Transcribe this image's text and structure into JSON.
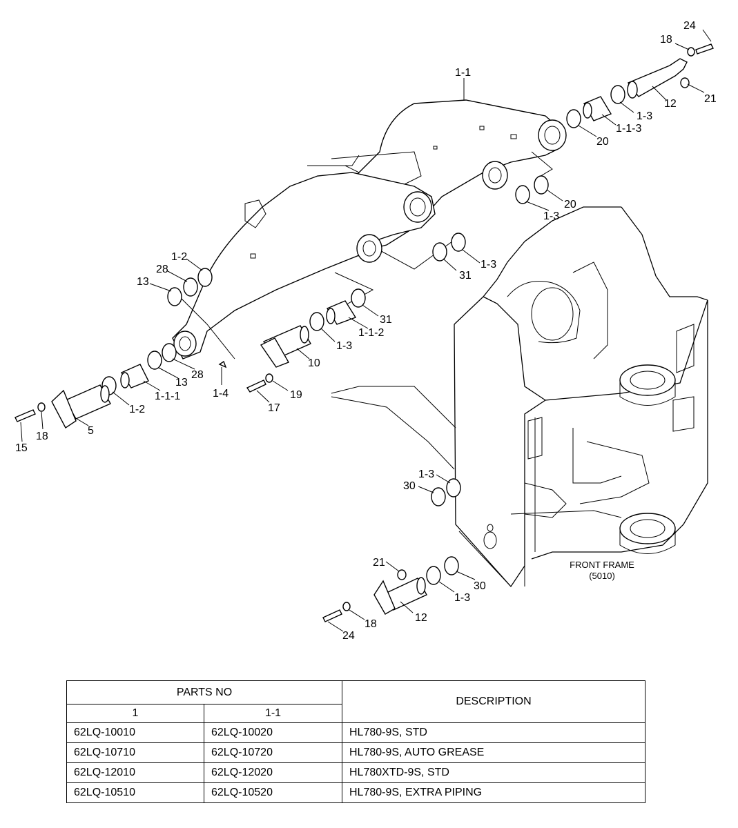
{
  "diagram": {
    "callouts": [
      {
        "id": "c24a",
        "text": "24"
      },
      {
        "id": "c18a",
        "text": "18"
      },
      {
        "id": "c21a",
        "text": "21"
      },
      {
        "id": "c12a",
        "text": "12"
      },
      {
        "id": "c13a",
        "text": "1-3"
      },
      {
        "id": "c113",
        "text": "1-1-3"
      },
      {
        "id": "c20a",
        "text": "20"
      },
      {
        "id": "c11",
        "text": "1-1"
      },
      {
        "id": "c20b",
        "text": "20"
      },
      {
        "id": "c13b",
        "text": "1-3"
      },
      {
        "id": "c13c",
        "text": "1-3"
      },
      {
        "id": "c31a",
        "text": "31"
      },
      {
        "id": "c12b",
        "text": "1-2"
      },
      {
        "id": "c28a",
        "text": "28"
      },
      {
        "id": "c13d",
        "text": "13"
      },
      {
        "id": "c31b",
        "text": "31"
      },
      {
        "id": "c112",
        "text": "1-1-2"
      },
      {
        "id": "c13e",
        "text": "1-3"
      },
      {
        "id": "c10",
        "text": "10"
      },
      {
        "id": "c28b",
        "text": "28"
      },
      {
        "id": "c13f",
        "text": "13"
      },
      {
        "id": "c111",
        "text": "1-1-1"
      },
      {
        "id": "c12c",
        "text": "1-2"
      },
      {
        "id": "c14",
        "text": "1-4"
      },
      {
        "id": "c19",
        "text": "19"
      },
      {
        "id": "c17",
        "text": "17"
      },
      {
        "id": "c5",
        "text": "5"
      },
      {
        "id": "c15",
        "text": "15"
      },
      {
        "id": "c18b",
        "text": "18"
      },
      {
        "id": "c13g",
        "text": "1-3"
      },
      {
        "id": "c30a",
        "text": "30"
      },
      {
        "id": "c21b",
        "text": "21"
      },
      {
        "id": "c30b",
        "text": "30"
      },
      {
        "id": "c13h",
        "text": "1-3"
      },
      {
        "id": "c18c",
        "text": "18"
      },
      {
        "id": "c12d",
        "text": "12"
      },
      {
        "id": "c24b",
        "text": "24"
      }
    ],
    "frame_label": {
      "line1": "FRONT FRAME",
      "line2": "(5010)"
    }
  },
  "table": {
    "header": {
      "parts_no": "PARTS NO",
      "col1": "1",
      "col2": "1-1",
      "description": "DESCRIPTION"
    },
    "rows": [
      {
        "p1": "62LQ-10010",
        "p2": "62LQ-10020",
        "desc": "HL780-9S, STD"
      },
      {
        "p1": "62LQ-10710",
        "p2": "62LQ-10720",
        "desc": "HL780-9S, AUTO GREASE"
      },
      {
        "p1": "62LQ-12010",
        "p2": "62LQ-12020",
        "desc": "HL780XTD-9S, STD"
      },
      {
        "p1": "62LQ-10510",
        "p2": "62LQ-10520",
        "desc": "HL780-9S, EXTRA PIPING"
      }
    ]
  }
}
